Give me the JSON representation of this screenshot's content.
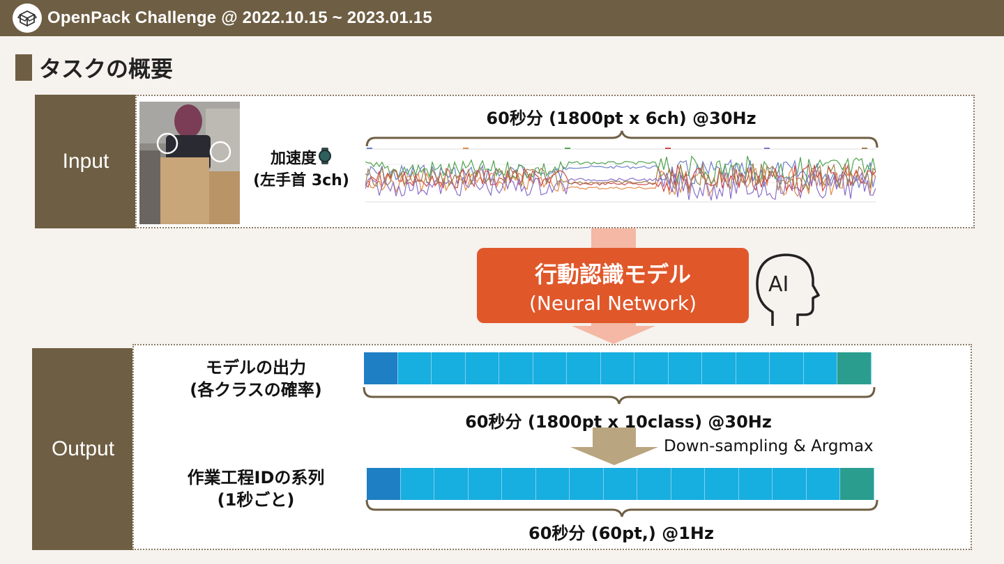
{
  "header": {
    "title": "OpenPack Challenge  @ 2022.10.15 ~ 2023.01.15",
    "logo": "box-logo-icon",
    "color": "#6e5e43"
  },
  "section": {
    "title": "タスクの概要"
  },
  "input": {
    "label": "Input",
    "sensor_line1": "加速度",
    "sensor_line2": "(左手首 3ch)",
    "watch_icon": "watch-icon",
    "window_caption": "60秒分 (1800pt x 6ch) @30Hz"
  },
  "model": {
    "title": "行動認識モデル",
    "subtitle": "(Neural Network)",
    "ai_icon_text": "AI",
    "color": "#e0572a"
  },
  "output": {
    "label": "Output",
    "prob_line1": "モデルの出力",
    "prob_line2": "(各クラスの確率)",
    "prob_caption": "60秒分 (1800pt x 10class) @30Hz",
    "downsample_label": "Down-sampling & Argmax",
    "seq_line1": "作業工程IDの系列",
    "seq_line2": "(1秒ごと)",
    "seq_caption": "60秒分 (60pt,) @1Hz"
  },
  "colors": {
    "bar_first": "#1f7fc4",
    "bar_middle": "#17aee0",
    "bar_last": "#2a9d8f",
    "arrow_pink": "#f4b8a4",
    "arrow_tan": "#b9a57f"
  }
}
